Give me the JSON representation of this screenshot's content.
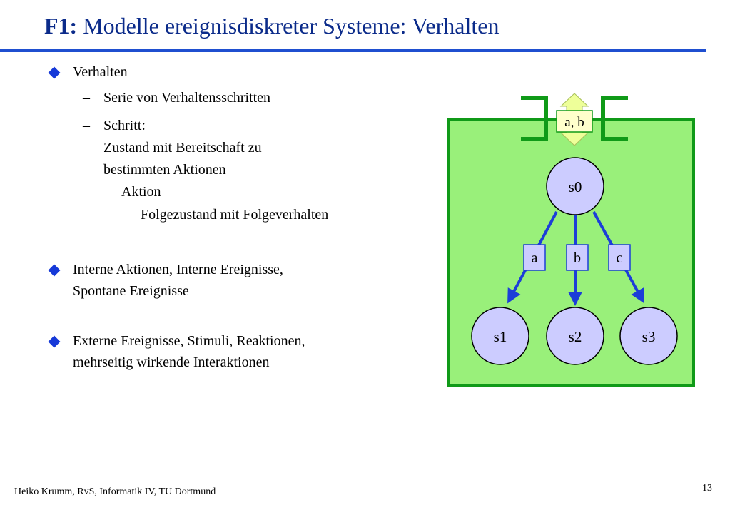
{
  "slide": {
    "title_prefix": "F1:",
    "title_text": "Modelle ereignisdiskreter Systeme: Verhalten",
    "bullets": [
      {
        "text": "Verhalten"
      },
      {
        "text": "Interne Aktionen, Interne Ereignisse,",
        "text2": "Spontane Ereignisse"
      },
      {
        "text": "Externe Ereignisse, Stimuli, Reaktionen,",
        "text2": "mehrseitig wirkende Interaktionen"
      }
    ],
    "sub": [
      {
        "dash": "–",
        "text": "Serie von Verhaltensschritten"
      },
      {
        "dash": "–",
        "text": "Schritt:"
      }
    ],
    "schritt_lines": [
      "Zustand mit Bereitschaft zu",
      "bestimmten Aktionen",
      "Aktion",
      "Folgezustand mit Folgeverhalten"
    ],
    "footer": "Heiko Krumm, RvS, Informatik IV, TU Dortmund",
    "page_number": "13"
  },
  "diagram": {
    "interface_label": "a, b",
    "states": [
      "s0",
      "s1",
      "s2",
      "s3"
    ],
    "actions": [
      "a",
      "b",
      "c"
    ],
    "colors": {
      "box_fill": "#99f07a",
      "box_border": "#109a18",
      "bracket": "#109a18",
      "arrow_blue": "#1c3ed8",
      "state_fill": "#ccccff",
      "label_fill": "#ffffcc",
      "double_arrow_fill": "#eeff99"
    }
  }
}
